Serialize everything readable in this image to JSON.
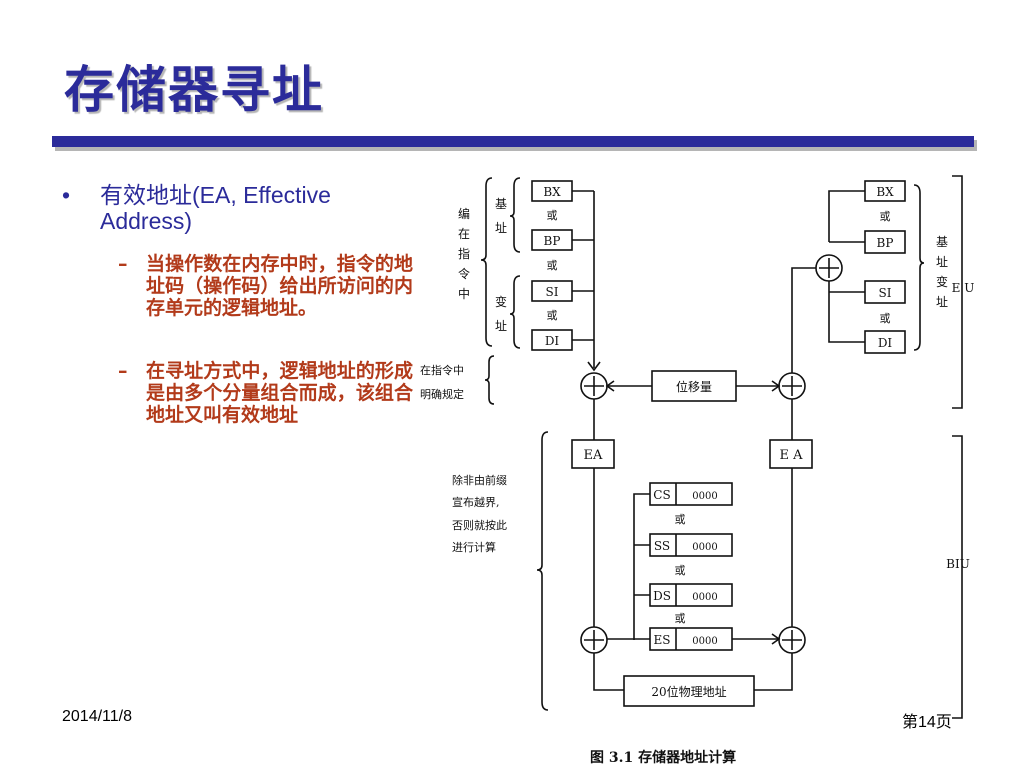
{
  "slide": {
    "title": "存储器寻址",
    "bullet": "有效地址(EA, Effective Address)",
    "sub_bullets": [
      "当操作数在内存中时，指令的地址码（操作码）给出所访问的内存单元的逻辑地址。",
      "在寻址方式中，逻辑地址的形成是由多个分量组合而成，该组合地址又叫有效地址"
    ],
    "bullet_marker": "•",
    "sub_marker": "–",
    "date": "2014/11/8",
    "page": "第14页"
  },
  "diagram": {
    "left_group_label": [
      "编",
      "在",
      "指",
      "令",
      "中"
    ],
    "base_label": [
      "基",
      "址"
    ],
    "index_label": [
      "变",
      "址"
    ],
    "right_base_index_label": [
      "基",
      "址",
      "变",
      "址"
    ],
    "reg_bx": "BX",
    "reg_bp": "BP",
    "reg_si": "SI",
    "reg_di": "DI",
    "or": "或",
    "instr_note": [
      "在指令中",
      "明确规定"
    ],
    "displacement": "位移量",
    "ea": "EA",
    "ea_right": "E A",
    "segment_note": [
      "除非由前缀",
      "宣布越界,",
      "否则就按此",
      "进行计算"
    ],
    "seg_cs": "CS",
    "seg_ss": "SS",
    "seg_ds": "DS",
    "seg_es": "ES",
    "zeros": "0000",
    "physical": "20位物理地址",
    "eu": "E U",
    "biu": "BIU",
    "caption": "图 3.1   存储器地址计算"
  },
  "colors": {
    "title": "#2b2b9a",
    "sub_text": "#b23a1a",
    "rule": "#2b2b9a"
  }
}
